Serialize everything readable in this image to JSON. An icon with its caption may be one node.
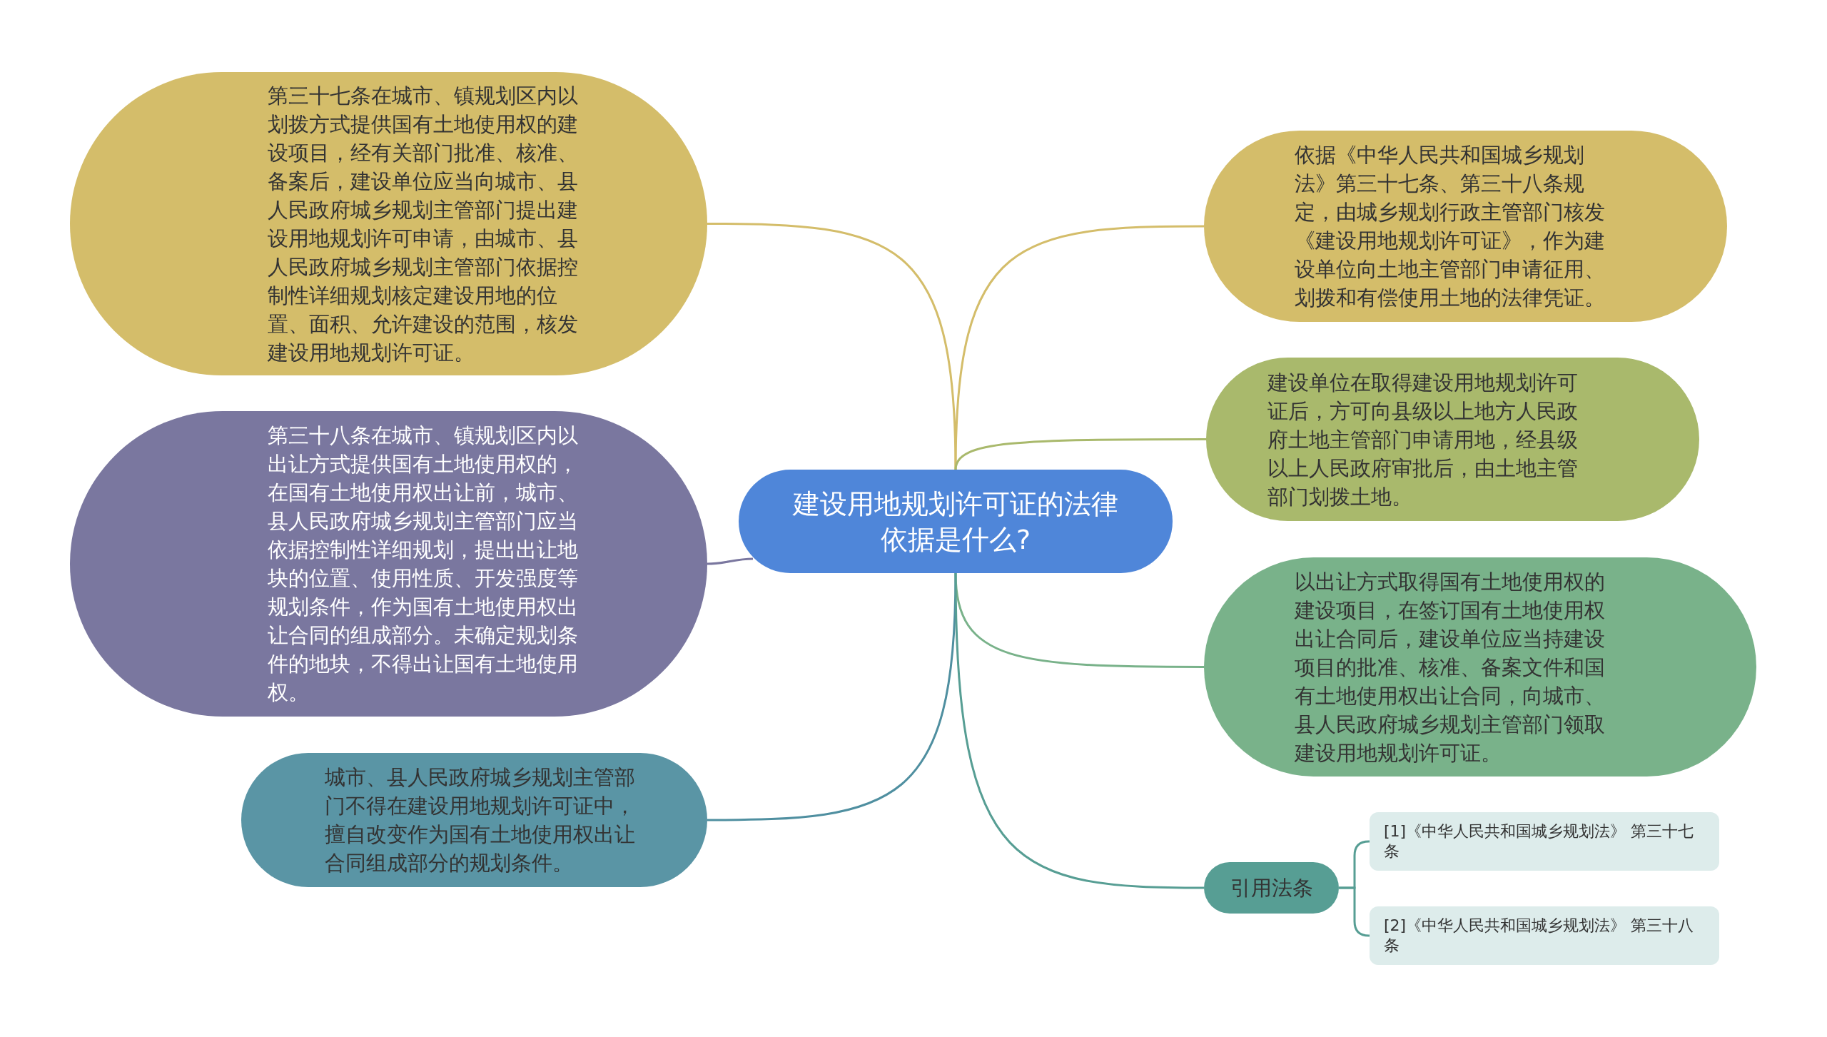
{
  "diagram": {
    "nodes": [
      {
        "text": [
          "建设用地规划许可证的法律依据是什么?"
        ]
      },
      {
        "text": [
          "第三十七条在城市、镇规划区内以划拨方式提供国有土地使用权的建设项目，经有关部门批准、核准、备案后，建设单位应当向城市、县人民政府城乡规划主管部门提出建设用地规划许可申请，由城市、县人民政府城乡规划主管部门依据控制性详细规划核定建设用地的位置、面积、允许建设的范围，核发建设用地规划许可证。"
        ]
      },
      {
        "text": [
          "第三十八条在城市、镇规划区内以出让方式提供国有土地使用权的，在国有土地使用权出让前，城市、县人民政府城乡规划主管部门应当依据控制性详细规划，提出出让地块的位置、使用性质、开发强度等规划条件，作为国有土地使用权出让合同的组成部分。未确定规划条件的地块，不得出让国有土地使用权。"
        ]
      },
      {
        "text": [
          "城市、县人民政府城乡规划主管部门不得在建设用地规划许可证中，擅自改变作为国有土地使用权出让合同组成部分的规划条件。"
        ]
      },
      {
        "text": [
          "依据《中华人民共和国城乡规划法》第三十七条、第三十八条规定，由城乡规划行政主管部门核发《建设用地规划许可证》，作为建设单位向土地主管部门申请征用、划拨和有偿使用土地的法律凭证。"
        ]
      },
      {
        "text": [
          "建设单位在取得建设用地规划许可证后，方可向县级以上地方人民政府土地主管部门申请用地，经县级以上人民政府审批后，由土地主管部门划拨土地。"
        ]
      },
      {
        "text": [
          "以出让方式取得国有土地使用权的建设项目，在签订国有土地使用权出让合同后，建设单位应当持建设项目的批准、核准、备案文件和国有土地使用权出让合同，向城市、县人民政府城乡规划主管部门领取建设用地规划许可证。"
        ]
      },
      {
        "text": [
          "引用法条"
        ]
      },
      {
        "text": [
          "[1]《中华人民共和国城乡规划法》 第三十七条"
        ]
      },
      {
        "text": [
          "[2]《中华人民共和国城乡规划法》 第三十八条"
        ]
      }
    ],
    "edges": [
      {
        "from": 0,
        "to": 1,
        "arrow": "none",
        "color": "#d4bd6a"
      },
      {
        "from": 0,
        "to": 2,
        "arrow": "none",
        "color": "#7a779f"
      },
      {
        "from": 0,
        "to": 3,
        "arrow": "none",
        "color": "#4f8fa0"
      },
      {
        "from": 0,
        "to": 4,
        "arrow": "none",
        "color": "#d4bd6a"
      },
      {
        "from": 0,
        "to": 5,
        "arrow": "none",
        "color": "#a9b96c"
      },
      {
        "from": 0,
        "to": 6,
        "arrow": "none",
        "color": "#79b28a"
      },
      {
        "from": 0,
        "to": 7,
        "arrow": "none",
        "color": "#579e94"
      },
      {
        "from": 7,
        "to": 8,
        "arrow": "none",
        "color": "#579e94"
      },
      {
        "from": 7,
        "to": 9,
        "arrow": "none",
        "color": "#579e94"
      }
    ]
  }
}
